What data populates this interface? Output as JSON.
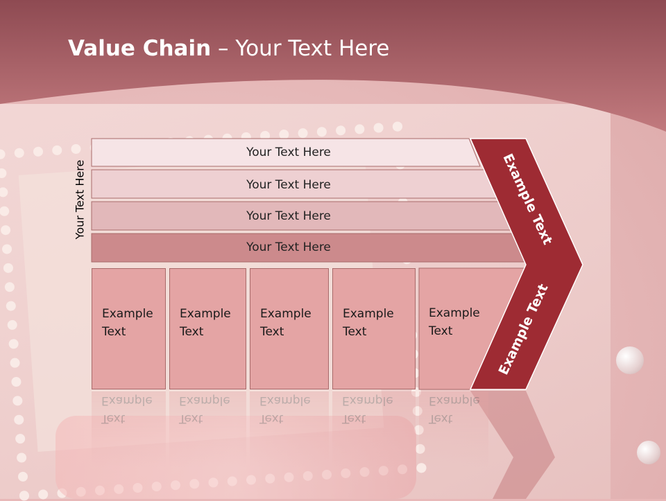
{
  "title": {
    "bold": "Value Chain",
    "rest": " – Your Text Here"
  },
  "side_label": "Your Text Here",
  "rows": [
    "Your Text Here",
    "Your Text Here",
    "Your Text Here",
    "Your Text Here"
  ],
  "cells": [
    {
      "line1": "Example",
      "line2": "Text"
    },
    {
      "line1": "Example",
      "line2": "Text"
    },
    {
      "line1": "Example",
      "line2": "Text"
    },
    {
      "line1": "Example",
      "line2": "Text"
    },
    {
      "line1": "Example",
      "line2": "Text"
    }
  ],
  "arrow": {
    "top_label": "Example Text",
    "bottom_label": "Example Text"
  },
  "colors": {
    "header": "#b86a70",
    "arrow": "#9e2b33",
    "row1": "#f6e4e6",
    "row4": "#cc8a8c"
  }
}
